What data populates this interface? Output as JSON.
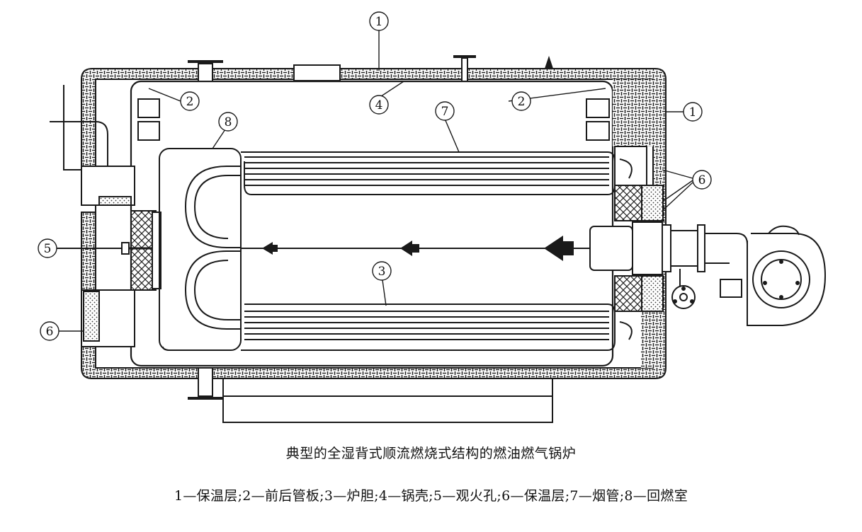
{
  "caption": {
    "title": "典型的全湿背式顺流燃烧式结构的燃油燃气锅炉",
    "legend": "1—保温层;2—前后管板;3—炉胆;4—锅壳;5—观火孔;6—保温层;7—烟管;8—回燃室"
  },
  "callouts": {
    "c1_top": "1",
    "c1_right": "1",
    "c2_left": "2",
    "c2_right": "2",
    "c3": "3",
    "c4": "4",
    "c5": "5",
    "c6_right": "6",
    "c6_left": "6",
    "c7": "7",
    "c8": "8"
  },
  "colors": {
    "line": "#1a1a1a",
    "background": "#ffffff"
  }
}
